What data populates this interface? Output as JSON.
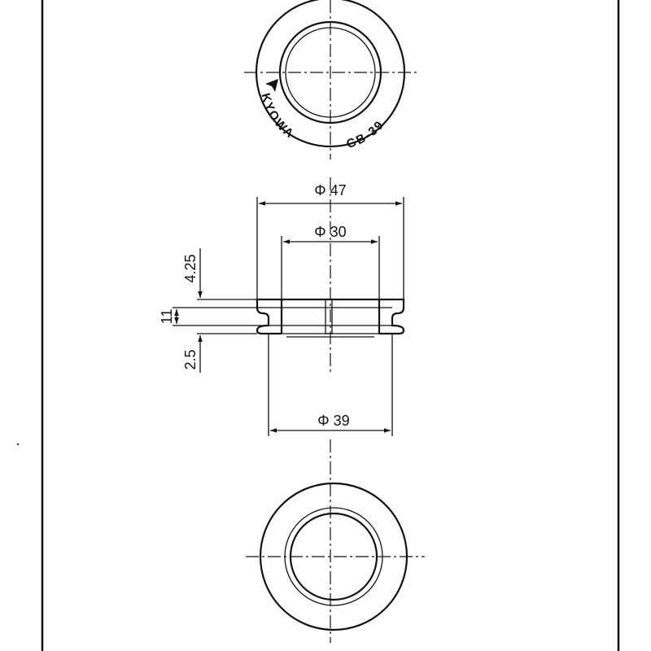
{
  "dimensions": {
    "outer_diameter": "Φ 47",
    "inner_diameter": "Φ 30",
    "mount_diameter": "Φ 39",
    "flange_top": "4.25",
    "groove_width": "11",
    "flange_bottom": "2.5"
  },
  "marking": {
    "brand": "KYOWA",
    "model": "GB-39"
  }
}
